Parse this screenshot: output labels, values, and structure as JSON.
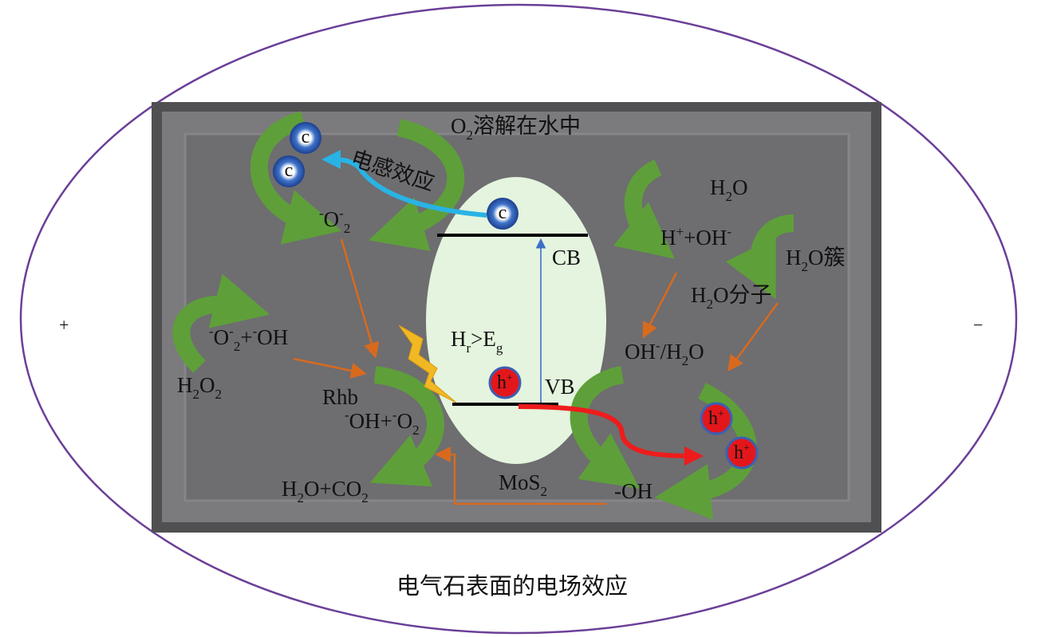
{
  "title": "电气石表面的电场效应",
  "pole_left": "+",
  "pole_right": "−",
  "colors": {
    "outline": "#6b3f98",
    "panel": "#6e6d70",
    "catalyst": "#e4f4de",
    "green_arrow": "#5e9f3a",
    "electron_flow": "#29b3e4",
    "hole_flow": "#ee1c1c",
    "reaction_arrow": "#d86a1e",
    "excitation": "#3d6fc6",
    "electron": "#2a56b0",
    "hole": "#e3171b"
  },
  "electron_symbol": "c",
  "hole_symbol": {
    "main": "h",
    "sup": "+"
  },
  "labels": {
    "o2_dissolve": [
      {
        "t": "O"
      },
      {
        "t": "2",
        "s": "sub"
      },
      {
        "t": "溶解在水中"
      }
    ],
    "inductive_effect": [
      {
        "t": "电感效应"
      }
    ],
    "superoxide": [
      {
        "t": "-",
        "s": "sup"
      },
      {
        "t": "O"
      },
      {
        "t": "-",
        "s": "sup"
      },
      {
        "t": "2",
        "s": "sub"
      }
    ],
    "h2o": [
      {
        "t": "H"
      },
      {
        "t": "2",
        "s": "sub"
      },
      {
        "t": "O"
      }
    ],
    "h_oh": [
      {
        "t": "H"
      },
      {
        "t": "+",
        "s": "sup"
      },
      {
        "t": "+OH"
      },
      {
        "t": "-",
        "s": "sup"
      }
    ],
    "h2o_cluster": [
      {
        "t": "H"
      },
      {
        "t": "2",
        "s": "sub"
      },
      {
        "t": "O簇"
      }
    ],
    "h2o_molecule": [
      {
        "t": "H"
      },
      {
        "t": "2",
        "s": "sub"
      },
      {
        "t": "O分子"
      }
    ],
    "oh_h2o": [
      {
        "t": "OH"
      },
      {
        "t": "-",
        "s": "sup"
      },
      {
        "t": "/H"
      },
      {
        "t": "2",
        "s": "sub"
      },
      {
        "t": "O"
      }
    ],
    "o2_oh": [
      {
        "t": "-",
        "s": "sup"
      },
      {
        "t": "O"
      },
      {
        "t": "-",
        "s": "sup"
      },
      {
        "t": "2",
        "s": "sub"
      },
      {
        "t": "+"
      },
      {
        "t": "-",
        "s": "sup"
      },
      {
        "t": "OH"
      }
    ],
    "h2o2": [
      {
        "t": "H"
      },
      {
        "t": "2",
        "s": "sub"
      },
      {
        "t": "O"
      },
      {
        "t": "2",
        "s": "sub"
      }
    ],
    "rhb": [
      {
        "t": "Rhb"
      }
    ],
    "oh_o2": [
      {
        "t": "-",
        "s": "sup"
      },
      {
        "t": "OH+"
      },
      {
        "t": "-",
        "s": "sup"
      },
      {
        "t": "O"
      },
      {
        "t": "2",
        "s": "sub"
      }
    ],
    "hr_eg": [
      {
        "t": "H"
      },
      {
        "t": "r",
        "s": "sub"
      },
      {
        "t": ">E"
      },
      {
        "t": "g",
        "s": "sub"
      }
    ],
    "vb": [
      {
        "t": "VB"
      }
    ],
    "cb": [
      {
        "t": "CB"
      }
    ],
    "mos2": [
      {
        "t": "MoS"
      },
      {
        "t": "2",
        "s": "sub"
      }
    ],
    "h2o_co2": [
      {
        "t": "H"
      },
      {
        "t": "2",
        "s": "sub"
      },
      {
        "t": "O+CO"
      },
      {
        "t": "2",
        "s": "sub"
      }
    ],
    "hydroxyl": [
      {
        "t": "-OH"
      }
    ]
  }
}
